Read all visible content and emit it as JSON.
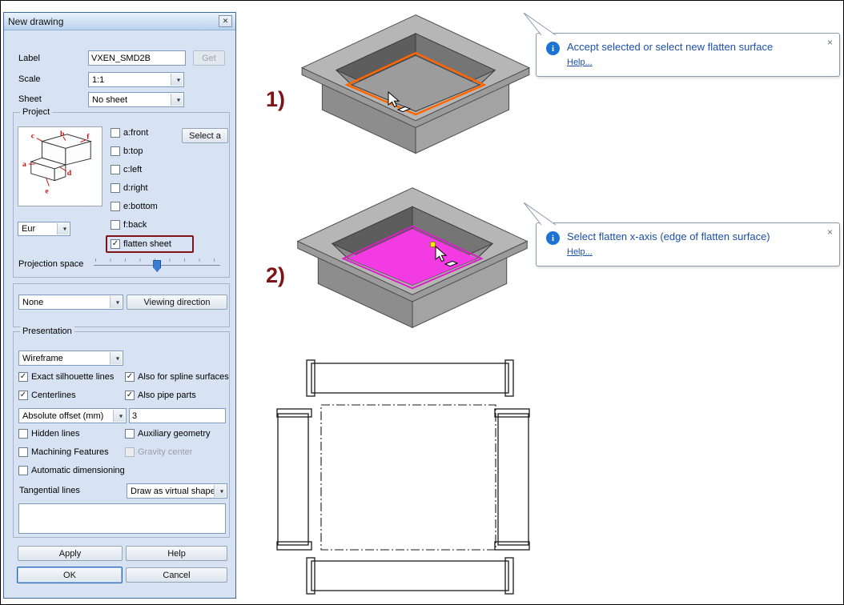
{
  "dialog": {
    "title": "New drawing",
    "close_glyph": "✕",
    "fields": {
      "label_caption": "Label",
      "label_value": "VXEN_SMD2B",
      "get_button": "Get",
      "scale_caption": "Scale",
      "scale_value": "1:1",
      "sheet_caption": "Sheet",
      "sheet_value": "No sheet"
    },
    "project": {
      "title": "Project",
      "select_button": "Select a",
      "region_value": "Eur",
      "views": [
        {
          "label": "a:front",
          "checked": false
        },
        {
          "label": "b:top",
          "checked": false
        },
        {
          "label": "c:left",
          "checked": false
        },
        {
          "label": "d:right",
          "checked": false
        },
        {
          "label": "e:bottom",
          "checked": false
        },
        {
          "label": "f:back",
          "checked": false
        }
      ],
      "flatten": {
        "label": "flatten sheet",
        "checked": true
      },
      "cube": {
        "a": "a",
        "b": "b",
        "c": "c",
        "d": "d",
        "e": "e",
        "f": "f"
      }
    },
    "projection_space_caption": "Projection space",
    "view_controls": {
      "none_value": "None",
      "viewing_direction_button": "Viewing direction"
    },
    "presentation": {
      "title": "Presentation",
      "mode_value": "Wireframe",
      "checks_left": [
        {
          "label": "Exact silhouette lines",
          "checked": true
        },
        {
          "label": "Centerlines",
          "checked": true
        }
      ],
      "checks_right": [
        {
          "label": "Also for spline surfaces",
          "checked": true
        },
        {
          "label": "Also pipe parts",
          "checked": true
        }
      ],
      "offset_value": "Absolute offset (mm)",
      "offset_amount": "3",
      "checks_lower_left": [
        {
          "label": "Hidden lines",
          "checked": false
        },
        {
          "label": "Machining Features",
          "checked": false
        },
        {
          "label": "Automatic dimensioning",
          "checked": false
        }
      ],
      "checks_lower_right": [
        {
          "label": "Auxiliary geometry",
          "checked": false
        },
        {
          "label": "Gravity center",
          "checked": false,
          "disabled": true
        }
      ],
      "tangential_caption": "Tangential lines",
      "tangential_value": "Draw as virtual shape"
    },
    "buttons": {
      "apply": "Apply",
      "help": "Help",
      "ok": "OK",
      "cancel": "Cancel"
    }
  },
  "steps": {
    "one": "1)",
    "two": "2)"
  },
  "callouts": {
    "first": {
      "info_glyph": "i",
      "text": "Accept selected or select new flatten surface",
      "help_link": "Help...",
      "close_glyph": "×"
    },
    "second": {
      "info_glyph": "i",
      "text": "Select flatten x-axis (edge of flatten surface)",
      "help_link": "Help...",
      "close_glyph": "×"
    }
  },
  "colors": {
    "selected_edge": "#ff6600",
    "selected_face": "#f23be2",
    "selected_face_edge": "#d81fc4",
    "step_label": "#7e1416",
    "annotation_frame": "#7e1416",
    "callout_text": "#1d4fa8"
  }
}
